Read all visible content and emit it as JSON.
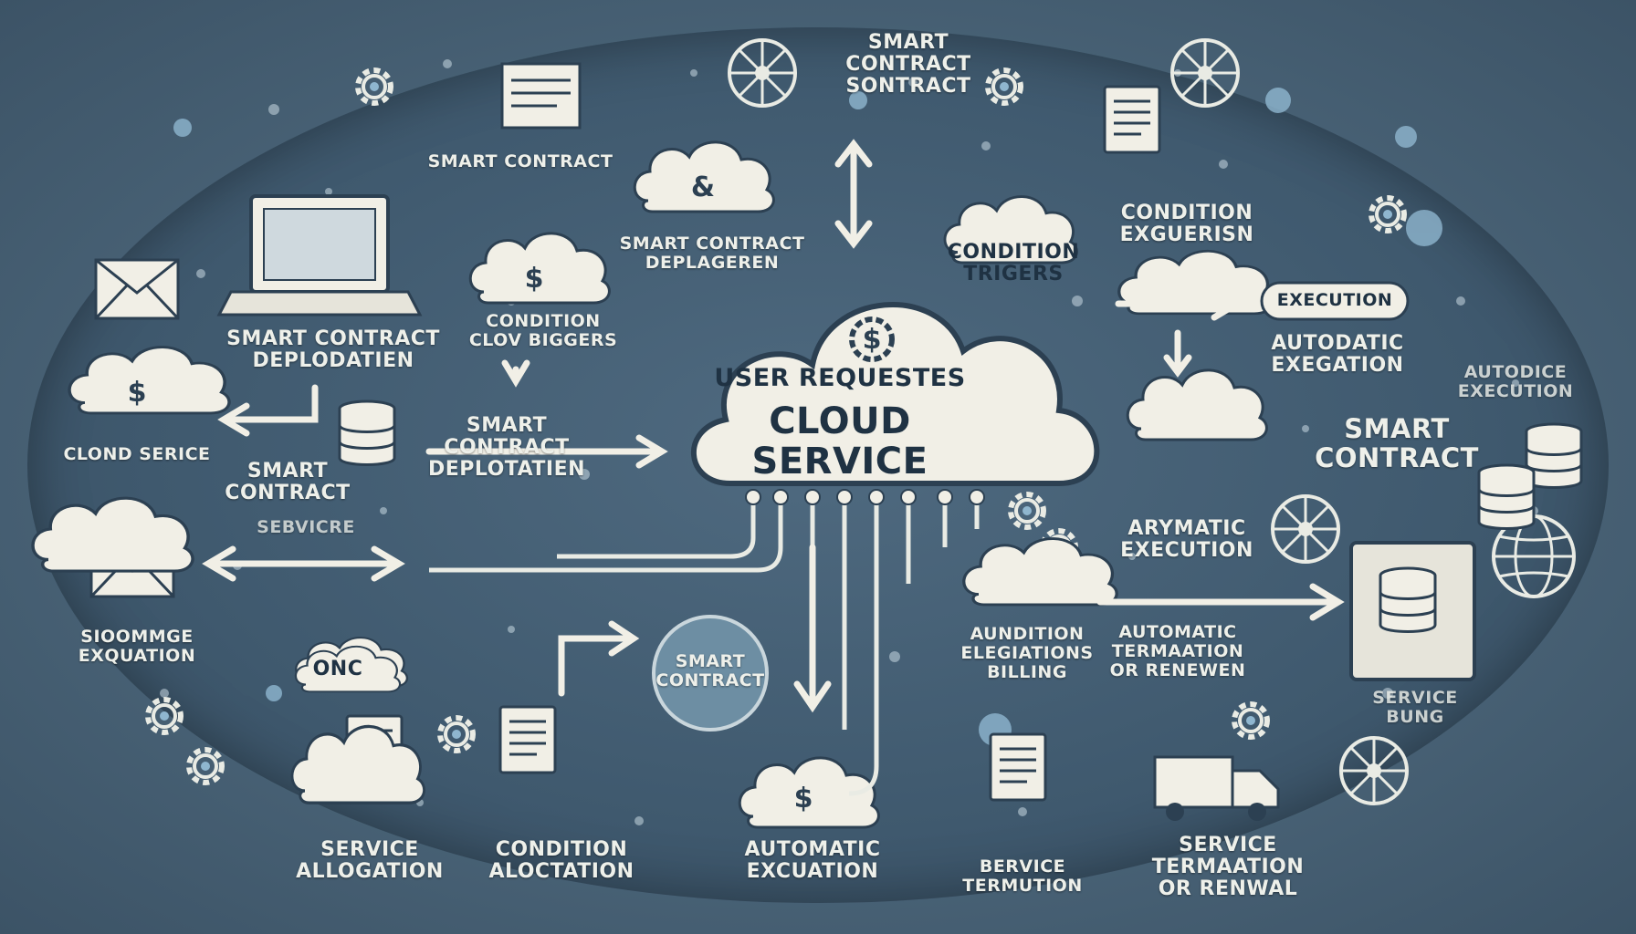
{
  "center": {
    "line1": "USER REQUESTES",
    "line2": "CLOUD SERVICE"
  },
  "labels": {
    "top_smart_contract": "SMART\nCONTRACT\nSONTRACT",
    "smart_contract_top_left": "SMART CONTRACT",
    "smart_contract_deplageren": "SMART CONTRACT\nDEPLAGEREN",
    "condition_triggers_cloud": "CONDITION\nTRIGERS",
    "condition_exguerisn": "CONDITION\nEXGUERISN",
    "execution_badge": "EXECUTION",
    "automatic_exegation": "AUTODATIC\nEXEGATION",
    "autodice_execution": "AUTODICE\nEXECUTION",
    "smart_contract_right": "SMART\nCONTRACT",
    "smart_contract_deploatien_left": "SMART CONTRACT\nDEPLODATIEN",
    "condition_clov_biggers": "CONDITION\nCLOV BIGGERS",
    "smart_contract_deploatien_mid": "SMART\nCONTRACT\nDEPLOTATIEN",
    "clond_serice": "CLOND SERICE",
    "smart_contract_left": "SMART\nCONTRACT",
    "sebvicre": "SEBVICRE",
    "scomnge_exquation": "SIOOMMGE\nEXQUATION",
    "onc": "ONC",
    "arymatic_execution": "ARYMATIC\nEXECUTION",
    "aundition_billing": "AUNDITION\nELEGIATIONS\nBILLING",
    "automatic_termaation": "AUTOMATIC\nTERMAATION\nOR RENEWEN",
    "smart_contract_circle": "SMART\nCONTRACT",
    "service_allogation": "SERVICE\nALLOGATION",
    "condition_aloctation": "CONDITION\nALOCTATION",
    "automatic_excuation": "AUTOMATIC\nEXCUATION",
    "bervice_termution": "BERVICE\nTERMUTION",
    "service_termaation": "SERVICE\nTERMAATION\nOR RENWAL",
    "service_bung": "SERVICE BUNG"
  },
  "colors": {
    "background": "#4a6478",
    "cloud_fill": "#f1efe6",
    "accent_blue": "#8fb6cf",
    "ink": "#2c4052",
    "label": "#eef0ea"
  },
  "icons": [
    "cloud-icon",
    "dollar-icon",
    "gear-icon",
    "laptop-icon",
    "envelope-icon",
    "document-icon",
    "database-icon",
    "globe-icon",
    "truck-icon",
    "arrow-icon",
    "wheel-icon"
  ]
}
